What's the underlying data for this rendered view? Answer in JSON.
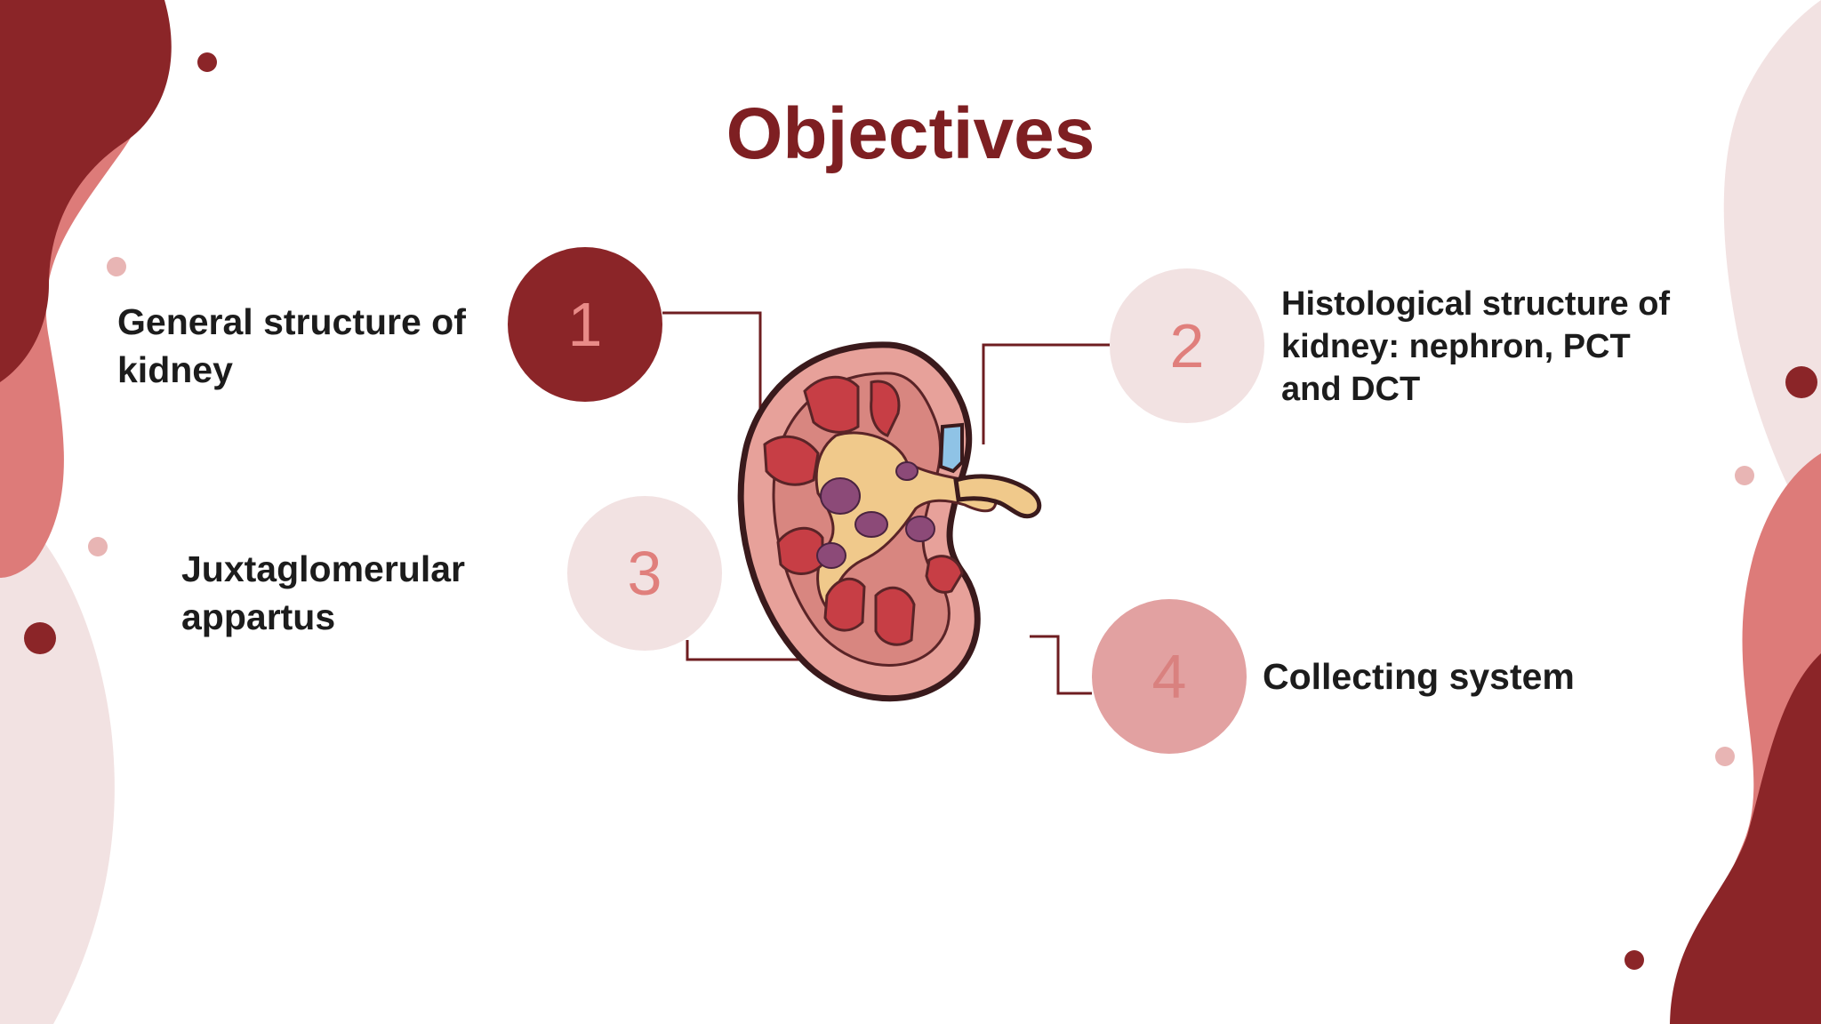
{
  "title": "Objectives",
  "colors": {
    "dark_red": "#8b2528",
    "salmon": "#dd7b79",
    "pale_pink": "#f2e2e2",
    "mid_pink": "#e2a1a1",
    "connector": "#6e1d20",
    "text": "#1c1c1c"
  },
  "objectives": [
    {
      "number": "1",
      "lines": [
        "General structure of",
        "kidney"
      ]
    },
    {
      "number": "2",
      "lines": [
        "Histological structure of",
        "kidney: nephron, PCT",
        "and DCT"
      ]
    },
    {
      "number": "3",
      "lines": [
        "Juxtaglomerular",
        "appartus"
      ]
    },
    {
      "number": "4",
      "lines": [
        "Collecting system"
      ]
    }
  ],
  "illustration": {
    "icon": "kidney-cross-section-icon"
  }
}
